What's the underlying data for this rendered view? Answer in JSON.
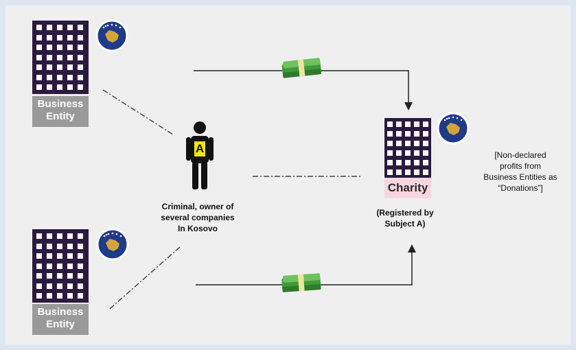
{
  "entities": {
    "top_label_line1": "Business",
    "top_label_line2": "Entity",
    "bottom_label_line1": "Business",
    "bottom_label_line2": "Entity"
  },
  "person": {
    "badge": "A",
    "caption_line1": "Criminal, owner of",
    "caption_line2": "several companies",
    "caption_line3": "In Kosovo"
  },
  "charity": {
    "label": "Charity",
    "caption_line1": "(Registered by",
    "caption_line2": "Subject A)"
  },
  "note": {
    "line1": "[Non-declared",
    "line2": "profits from",
    "line3": "Business Entities as",
    "line4": "“Donations”]"
  },
  "icons": [
    "office-building-icon",
    "kosovo-emblem-icon",
    "person-icon",
    "money-stack-icon"
  ],
  "colors": {
    "building": "#2b1a3f",
    "label_grey": "#9a9a9a",
    "charity_label": "#f7d6e0",
    "emblem_blue": "#1e3a8a",
    "emblem_gold": "#d4a437",
    "money_green": "#3f9b3a"
  }
}
